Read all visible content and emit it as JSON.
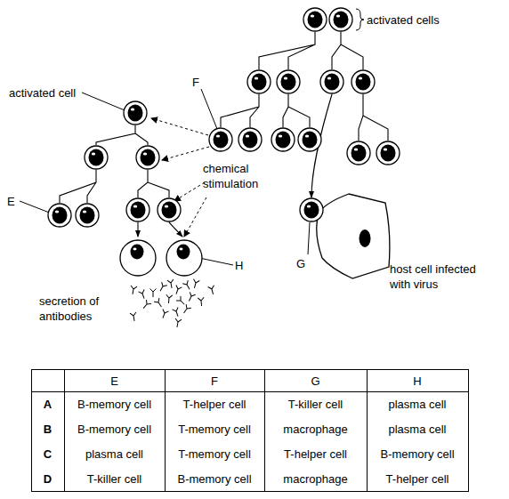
{
  "diagram": {
    "labels": [
      "activated cells",
      "activated cell",
      "F",
      "E",
      "chemical stimulation",
      "H",
      "G",
      "host cell infected with virus",
      "secretion of antibodies",
      "E",
      "F",
      "G",
      "H",
      "A",
      "B-memory cell",
      "T-helper cell",
      "T-killer cell",
      "plasma cell",
      "B",
      "B-memory cell",
      "T-memory cell",
      "macrophage",
      "plasma cell",
      "C",
      "plasma cell",
      "T-memory cell",
      "T-helper cell",
      "B-memory cell",
      "D",
      "T-killer cell",
      "B-memory cell",
      "macrophage",
      "T-helper cell"
    ]
  }
}
